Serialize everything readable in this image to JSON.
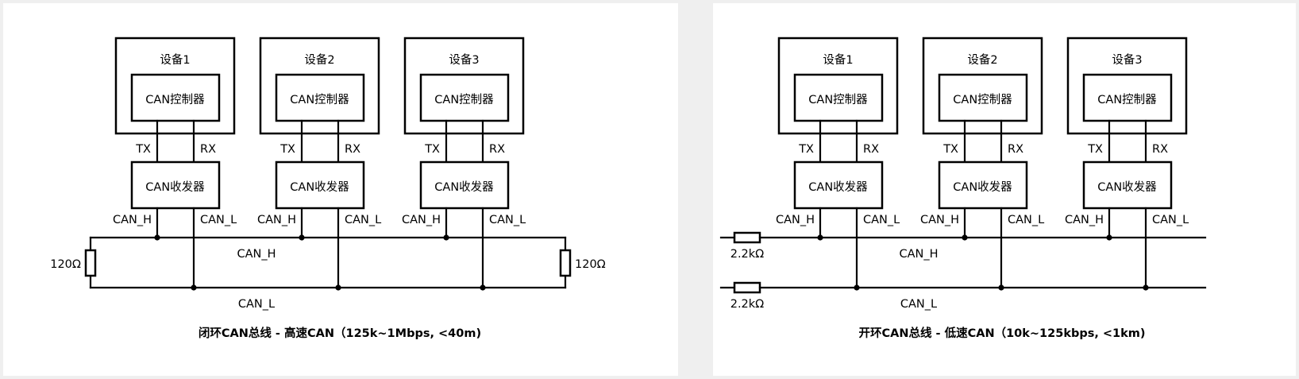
{
  "colors": {
    "background": "#efefef",
    "panel": "#ffffff",
    "ink": "#000000"
  },
  "left": {
    "devices": [
      {
        "name": "设备1",
        "controller": "CAN控制器",
        "transceiver": "CAN收发器",
        "tx": "TX",
        "rx": "RX",
        "pin_h": "CAN_H",
        "pin_l": "CAN_L"
      },
      {
        "name": "设备2",
        "controller": "CAN控制器",
        "transceiver": "CAN收发器",
        "tx": "TX",
        "rx": "RX",
        "pin_h": "CAN_H",
        "pin_l": "CAN_L"
      },
      {
        "name": "设备3",
        "controller": "CAN控制器",
        "transceiver": "CAN收发器",
        "tx": "TX",
        "rx": "RX",
        "pin_h": "CAN_H",
        "pin_l": "CAN_L"
      }
    ],
    "bus_h_label": "CAN_H",
    "bus_l_label": "CAN_L",
    "resistor_left": "120Ω",
    "resistor_right": "120Ω",
    "caption": "闭环CAN总线 - 高速CAN（125k~1Mbps, <40m)"
  },
  "right": {
    "devices": [
      {
        "name": "设备1",
        "controller": "CAN控制器",
        "transceiver": "CAN收发器",
        "tx": "TX",
        "rx": "RX",
        "pin_h": "CAN_H",
        "pin_l": "CAN_L"
      },
      {
        "name": "设备2",
        "controller": "CAN控制器",
        "transceiver": "CAN收发器",
        "tx": "TX",
        "rx": "RX",
        "pin_h": "CAN_H",
        "pin_l": "CAN_L"
      },
      {
        "name": "设备3",
        "controller": "CAN控制器",
        "transceiver": "CAN收发器",
        "tx": "TX",
        "rx": "RX",
        "pin_h": "CAN_H",
        "pin_l": "CAN_L"
      }
    ],
    "bus_h_label": "CAN_H",
    "bus_l_label": "CAN_L",
    "resistor_h": "2.2kΩ",
    "resistor_l": "2.2kΩ",
    "caption": "开环CAN总线 - 低速CAN（10k~125kbps, <1km)"
  }
}
